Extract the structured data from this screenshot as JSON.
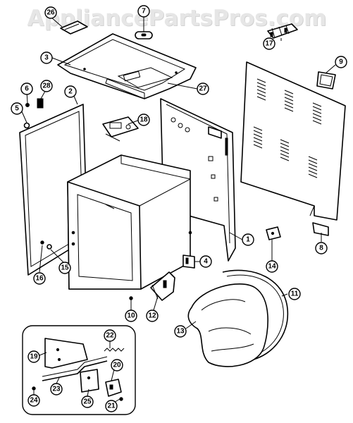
{
  "watermark": "AppliancePartsPros.com",
  "callouts": [
    {
      "id": "c26",
      "label": "26"
    },
    {
      "id": "c7",
      "label": "7"
    },
    {
      "id": "c17",
      "label": "17"
    },
    {
      "id": "c3",
      "label": "3"
    },
    {
      "id": "c9",
      "label": "9"
    },
    {
      "id": "c27",
      "label": "27"
    },
    {
      "id": "c6",
      "label": "6"
    },
    {
      "id": "c28",
      "label": "28"
    },
    {
      "id": "c2",
      "label": "2"
    },
    {
      "id": "c5",
      "label": "5"
    },
    {
      "id": "c18",
      "label": "18"
    },
    {
      "id": "c1",
      "label": "1"
    },
    {
      "id": "c8",
      "label": "8"
    },
    {
      "id": "c14",
      "label": "14"
    },
    {
      "id": "c4",
      "label": "4"
    },
    {
      "id": "c16",
      "label": "16"
    },
    {
      "id": "c15",
      "label": "15"
    },
    {
      "id": "c11",
      "label": "11"
    },
    {
      "id": "c10",
      "label": "10"
    },
    {
      "id": "c12",
      "label": "12"
    },
    {
      "id": "c13",
      "label": "13"
    },
    {
      "id": "c22",
      "label": "22"
    },
    {
      "id": "c19",
      "label": "19"
    },
    {
      "id": "c20",
      "label": "20"
    },
    {
      "id": "c23",
      "label": "23"
    },
    {
      "id": "c24",
      "label": "24"
    },
    {
      "id": "c25",
      "label": "25"
    },
    {
      "id": "c21",
      "label": "21"
    }
  ]
}
